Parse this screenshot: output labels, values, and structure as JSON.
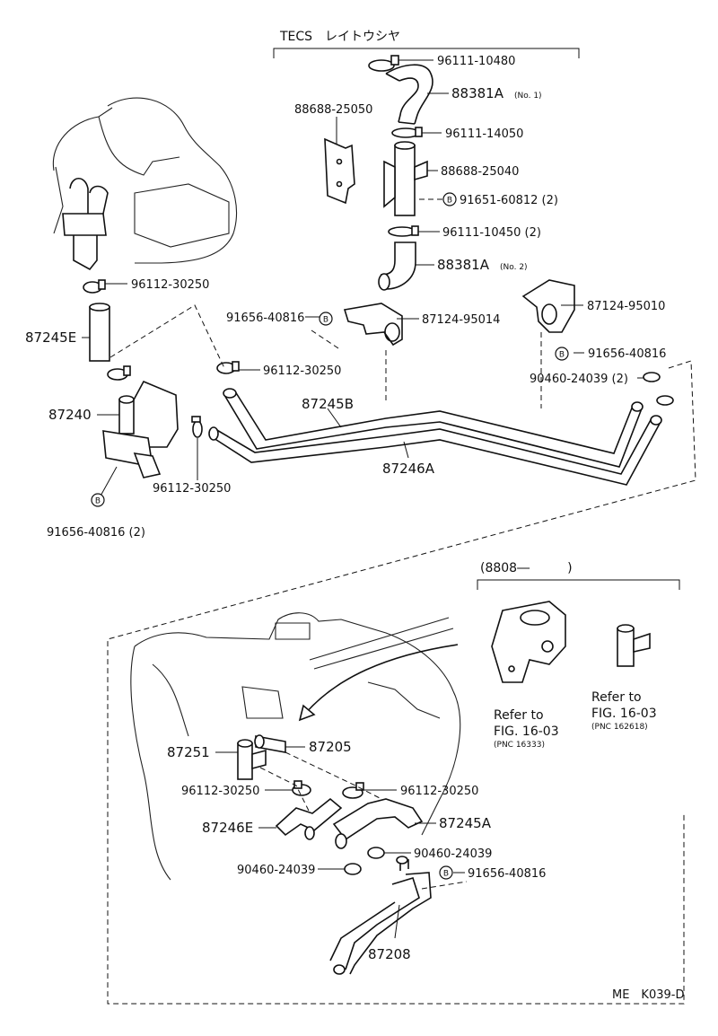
{
  "header": {
    "tecs_title": "TECS　レイトウシヤ",
    "date_range": "(8808―　　　)"
  },
  "parts": {
    "p96111_10480": "96111-10480",
    "p88381A_no1": "88381A",
    "p88381A_no1_note": "(No. 1)",
    "p88688_25050": "88688-25050",
    "p96111_14050": "96111-14050",
    "p88688_25040": "88688-25040",
    "p91651_60812": "91651-60812 (2)",
    "p96111_10450": "96111-10450 (2)",
    "p88381A_no2": "88381A",
    "p88381A_no2_note": "(No. 2)",
    "p96112_30250_a": "96112-30250",
    "p91656_40816_a": "91656-40816",
    "p87124_95014": "87124-95014",
    "p87124_95010": "87124-95010",
    "p87245E": "87245E",
    "p96112_30250_b": "96112-30250",
    "p91656_40816_b": "91656-40816",
    "p90460_24039_a": "90460-24039 (2)",
    "p87240": "87240",
    "p87245B": "87245B",
    "p87246A": "87246A",
    "p96112_30250_c": "96112-30250",
    "p91656_40816_c": "91656-40816 (2)",
    "p87251": "87251",
    "p87205": "87205",
    "p96112_30250_d": "96112-30250",
    "p96112_30250_e": "96112-30250",
    "p87246E": "87246E",
    "p87245A": "87245A",
    "p90460_24039_b": "90460-24039",
    "p90460_24039_c": "90460-24039",
    "p91656_40816_d": "91656-40816",
    "p87208": "87208"
  },
  "bolt_marker": "B",
  "refer_left": {
    "line1": "Refer to",
    "line2": "FIG. 16-03",
    "pnc": "(PNC 16333)"
  },
  "refer_right": {
    "line1": "Refer to",
    "line2": "FIG. 16-03",
    "pnc": "(PNC 162618)"
  },
  "footer_code": "ME　K039-D"
}
